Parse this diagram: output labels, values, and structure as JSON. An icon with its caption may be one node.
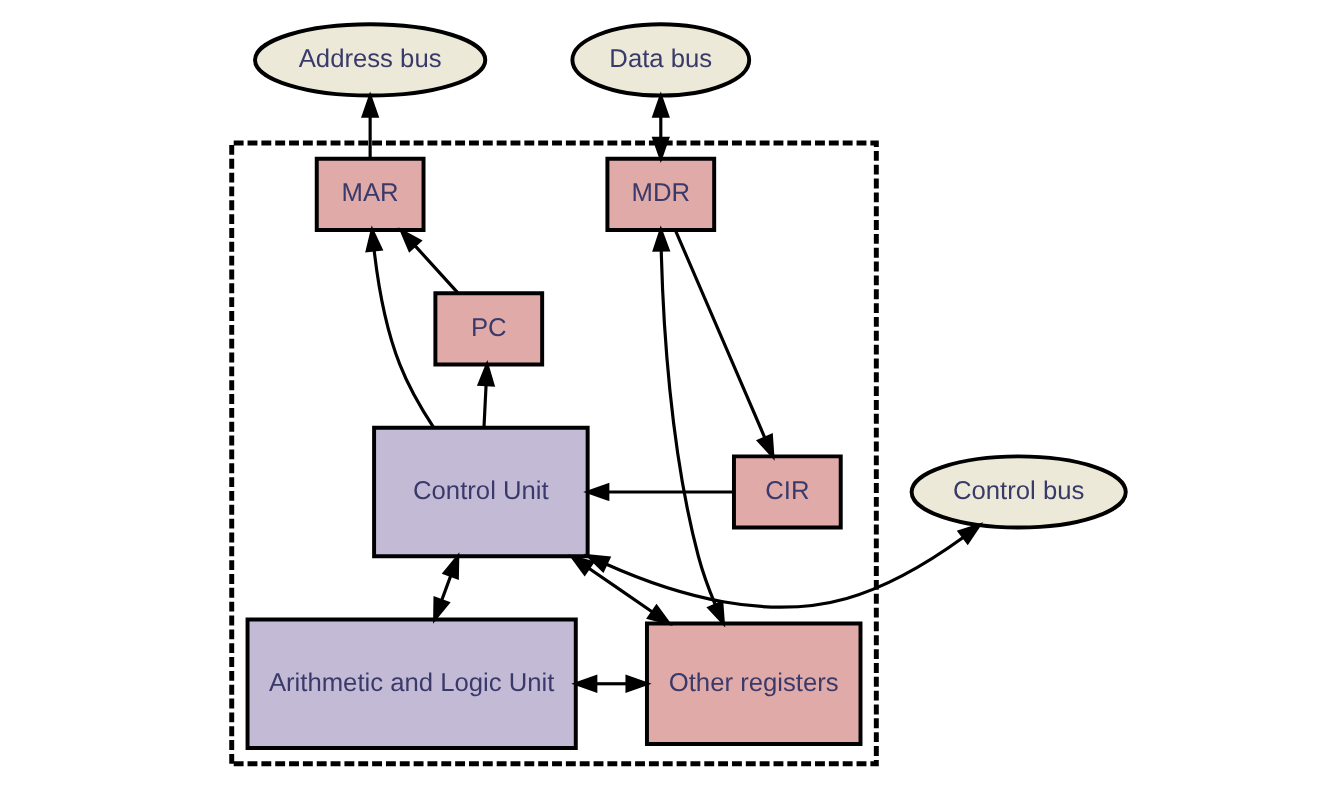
{
  "diagram": {
    "nodes": [
      {
        "text": [
          "Address bus"
        ]
      },
      {
        "text": [
          "Data bus"
        ]
      },
      {
        "text": [
          "Control bus"
        ]
      },
      {
        "text": [],
        "shape": "box"
      },
      {
        "text": [
          "MAR"
        ],
        "in": 3
      },
      {
        "text": [
          "MDR"
        ],
        "in": 3
      },
      {
        "text": [
          "PC"
        ],
        "in": 3
      },
      {
        "text": [
          "Control Unit"
        ],
        "in": 3
      },
      {
        "text": [
          "CIR"
        ],
        "in": 3
      },
      {
        "text": [
          "Other registers"
        ],
        "in": 3
      },
      {
        "text": [
          "Arithmetic and Logic Unit"
        ],
        "in": 3
      }
    ],
    "edges": [
      {
        "from": 4,
        "to": 0,
        "arrow": "to"
      },
      {
        "from": 5,
        "to": 1,
        "arrow": "both"
      },
      {
        "from": 7,
        "to": 4,
        "arrow": "to"
      },
      {
        "from": 6,
        "to": 4,
        "arrow": "to"
      },
      {
        "from": 7,
        "to": 6,
        "arrow": "to"
      },
      {
        "from": 5,
        "to": 8,
        "arrow": "to"
      },
      {
        "from": 8,
        "to": 7,
        "arrow": "to"
      },
      {
        "from": 9,
        "to": 5,
        "arrow": "both"
      },
      {
        "from": 2,
        "to": 7,
        "arrow": "both"
      },
      {
        "from": 7,
        "to": 9,
        "arrow": "both"
      },
      {
        "from": 10,
        "to": 7,
        "arrow": "both"
      },
      {
        "from": 10,
        "to": 9,
        "arrow": "both"
      }
    ]
  }
}
